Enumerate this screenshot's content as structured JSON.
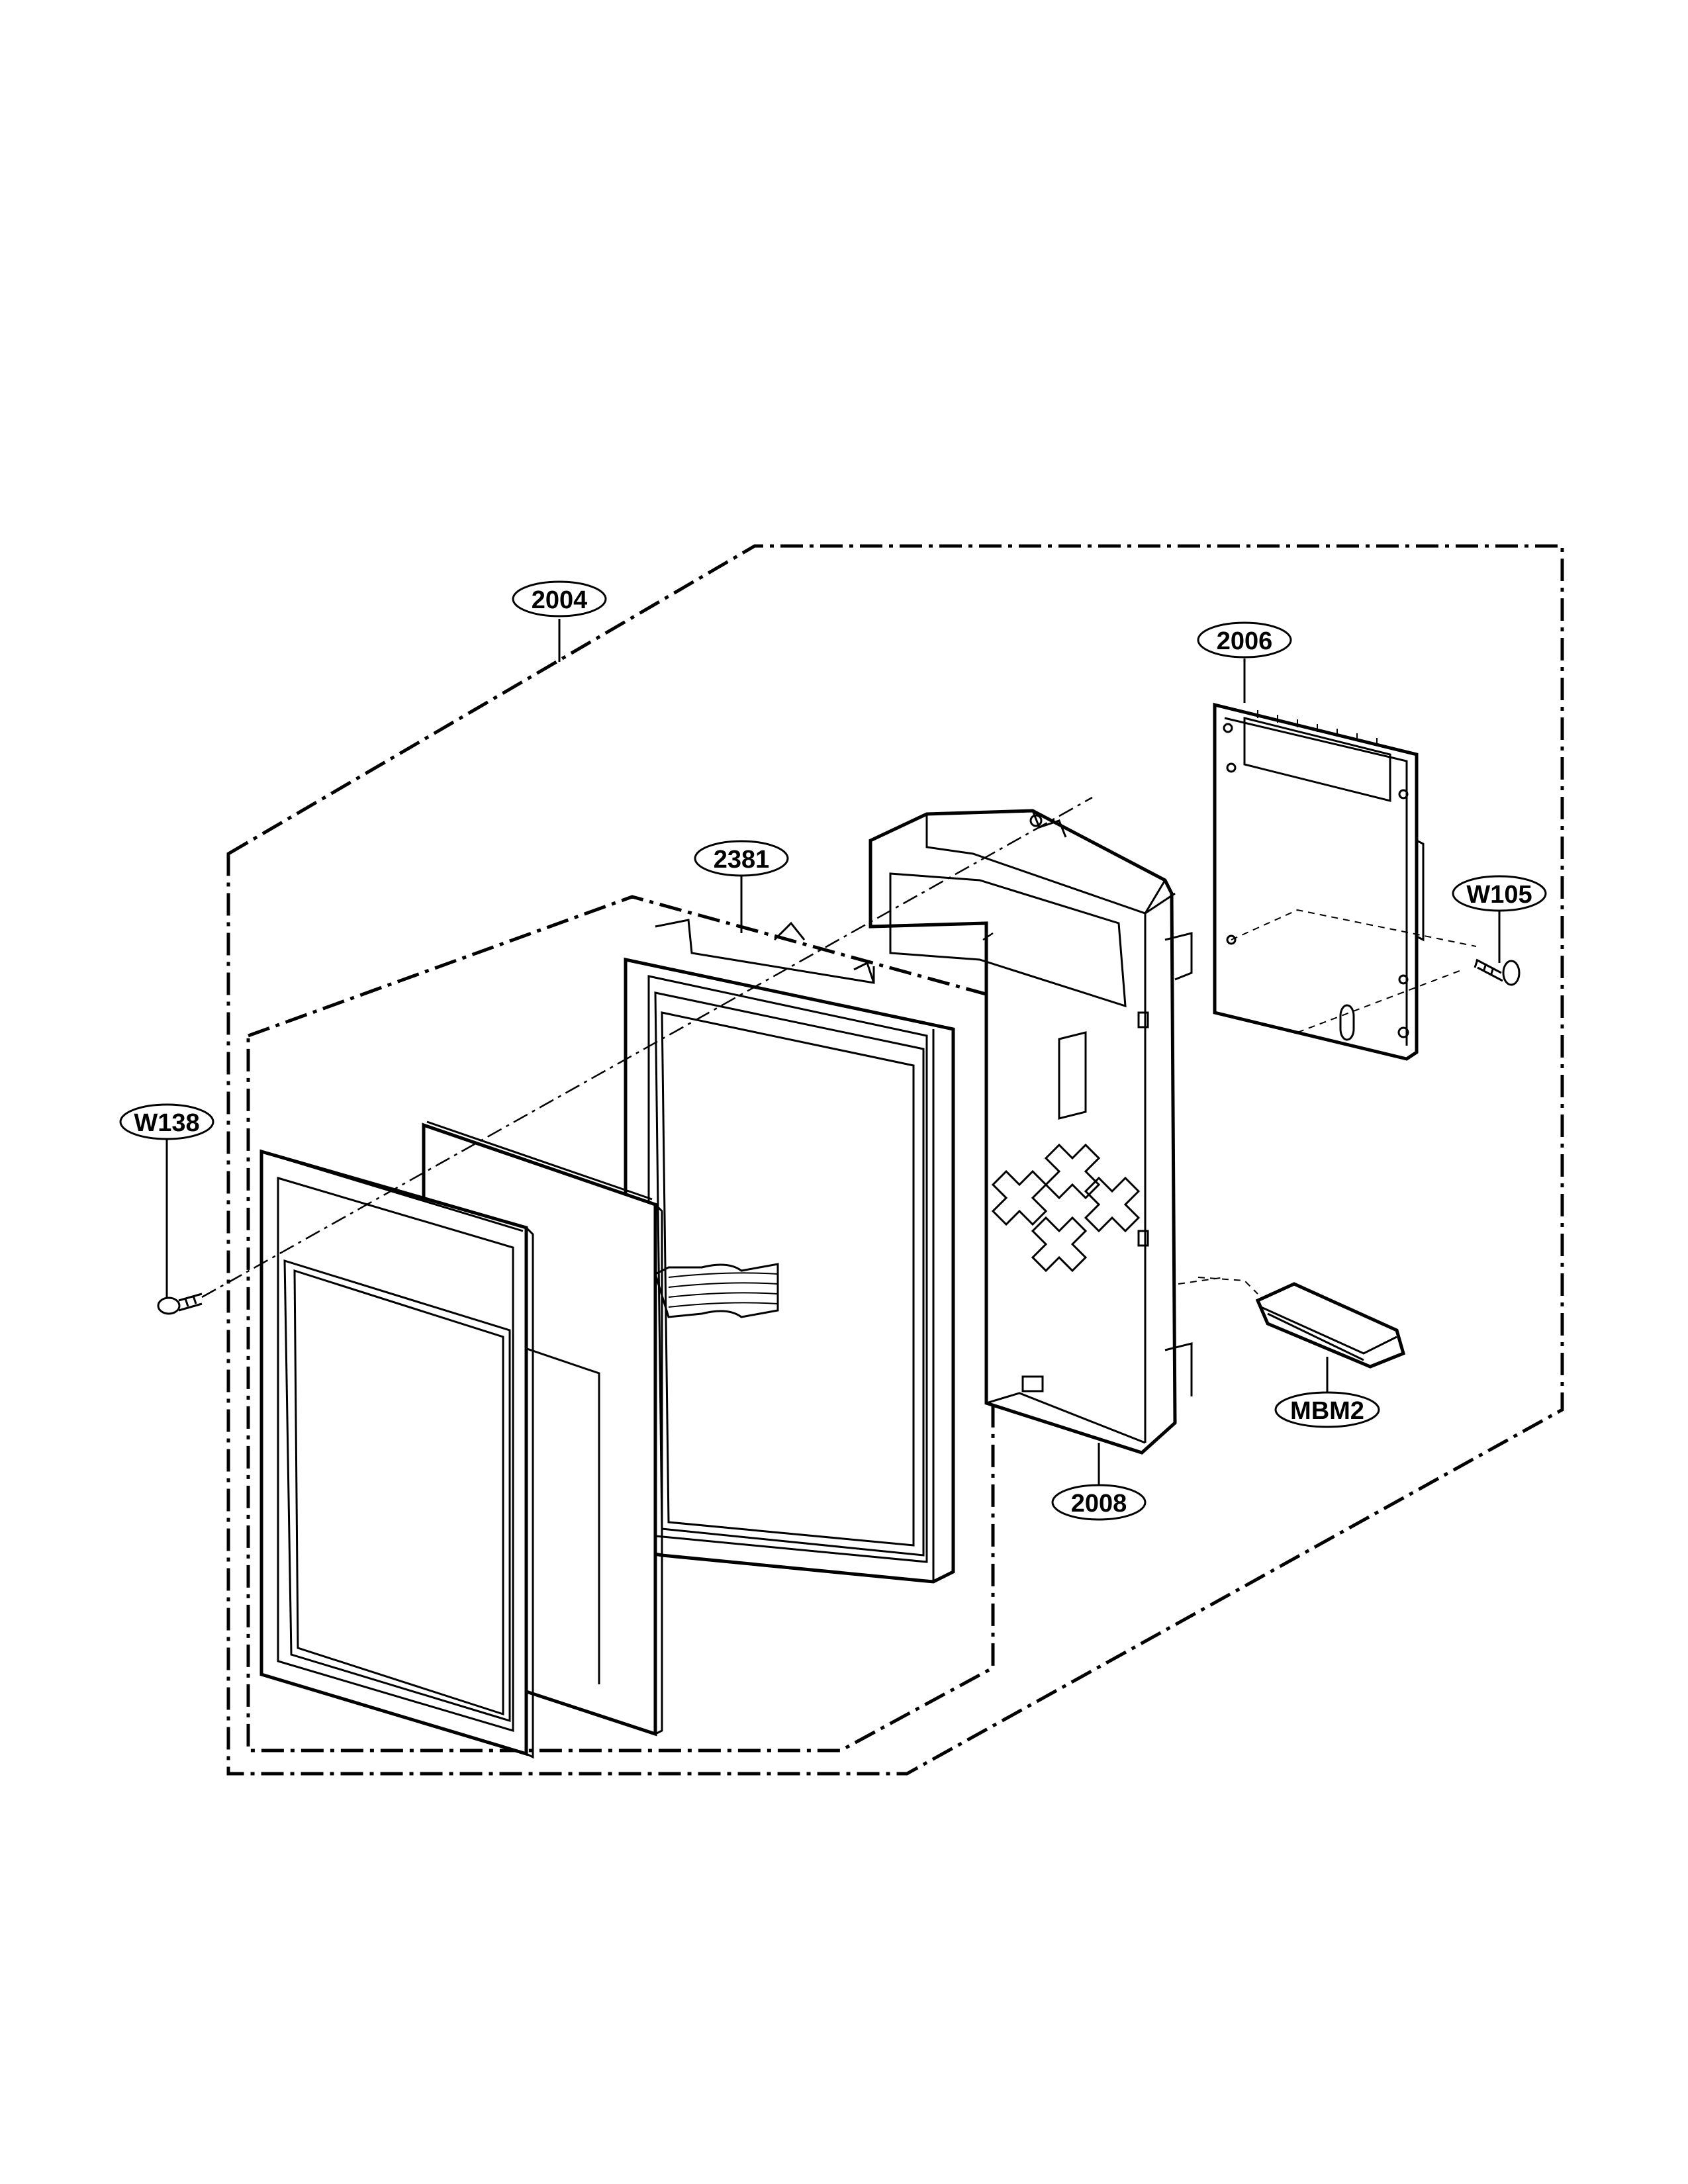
{
  "diagram": {
    "colors": {
      "line": "#000000",
      "background": "#ffffff"
    },
    "callouts": [
      {
        "id": "c2004",
        "label": "2004"
      },
      {
        "id": "c2006",
        "label": "2006"
      },
      {
        "id": "c2381",
        "label": "2381"
      },
      {
        "id": "cW105",
        "label": "W105"
      },
      {
        "id": "cW138",
        "label": "W138"
      },
      {
        "id": "cMBM2",
        "label": "MBM2"
      },
      {
        "id": "c2008",
        "label": "2008"
      }
    ]
  }
}
